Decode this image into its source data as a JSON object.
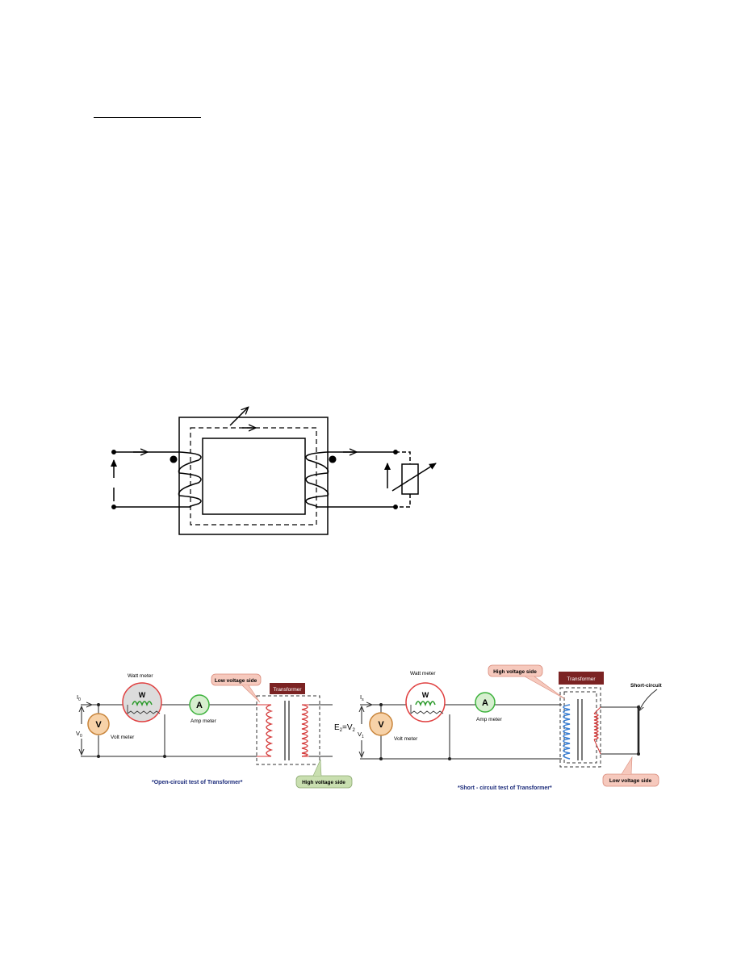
{
  "colors": {
    "ammeter": "#3db23d",
    "voltmeter": "#c8843a",
    "primary_coil_oc": "#d43a3a",
    "primary_coil_sc": "#3a7fd4",
    "transformer_tag": "#7b2323",
    "callout_pink": "#f6c9bd",
    "callout_green": "#c9dfb0",
    "caption_blue": "#1a2a7a"
  },
  "oc": {
    "wattmeter": "Watt meter",
    "w": "W",
    "ammeter": "Amp meter",
    "a": "A",
    "voltmeter": "Volt meter",
    "v": "V",
    "i0": "I",
    "i0_sub": "0",
    "v0": "V",
    "v0_sub": "0",
    "lv_callout": "Low voltage side",
    "hv_callout": "High voltage side",
    "transformer": "Transformer",
    "e2": "E",
    "e2_sub": "2",
    "e2_eq": "=V",
    "e2_eq_sub": "2",
    "caption": "*Open-circuit test of Transformer*"
  },
  "sc": {
    "wattmeter": "Watt meter",
    "w": "W",
    "ammeter": "Amp meter",
    "a": "A",
    "voltmeter": "Volt meter",
    "v": "V",
    "i": "I",
    "i_sub": "s",
    "v1": "V",
    "v1_sub": "1",
    "hv_callout": "High voltage side",
    "lv_callout": "Low voltage side",
    "transformer": "Transformer",
    "short": "Short-circuit",
    "caption": "*Short - circuit test of Transformer*"
  }
}
